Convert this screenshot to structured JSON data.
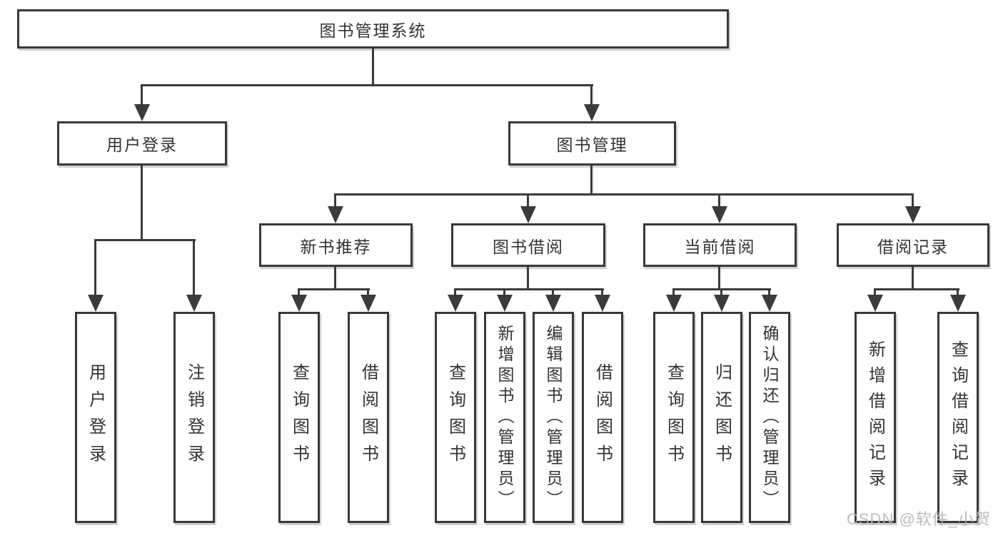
{
  "nodes": {
    "root": "图书管理系统",
    "user_login": "用户登录",
    "book_management": "图书管理",
    "new_book_recommend": "新书推荐",
    "book_borrowing": "图书借阅",
    "current_borrowing": "当前借阅",
    "borrowing_records": "借阅记录",
    "leaves": {
      "user_login": [
        "用户登录",
        "注销登录"
      ],
      "new_book_recommend": [
        "查询图书",
        "借阅图书"
      ],
      "book_borrowing": [
        "查询图书",
        "新增图书（管理员）",
        "编辑图书（管理员）",
        "借阅图书"
      ],
      "current_borrowing": [
        "查询图书",
        "归还图书",
        "确认归还（管理员）"
      ],
      "borrowing_records": [
        "新增借阅记录",
        "查询借阅记录"
      ]
    }
  },
  "watermark": "CSDN @软件_小贺同学",
  "colors": {
    "box_border": "#383838",
    "connector": "#3b3b3b",
    "text": "#333333",
    "background": "#ffffff",
    "watermark": "#b5b5b5"
  }
}
